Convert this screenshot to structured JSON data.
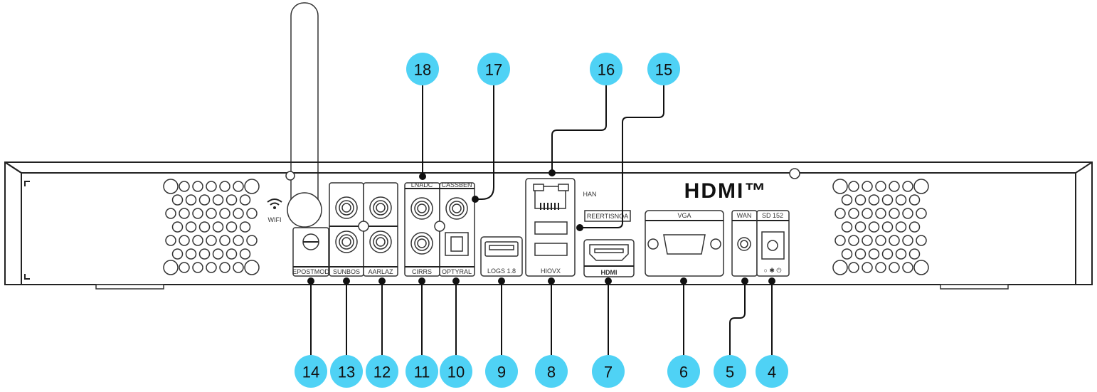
{
  "colors": {
    "callout": "#4fd2f5",
    "outline": "#222222"
  },
  "brand_logo": "HDMI™",
  "wifi_label": "WIFI",
  "port_labels": {
    "p14": "EPOSTMOD",
    "p13": "SUNBOS",
    "p12": "AARLAZ",
    "p18": "LNADC",
    "p17": "CASSBEN",
    "p11": "CIRRS",
    "p10": "OPTYRAL",
    "p9": "LOGS 1.8",
    "p8": "HIOVX",
    "lan": "HAN",
    "p15": "REERTISNOA",
    "p7": "HDMI",
    "p6": "VGA",
    "p5": "WAN",
    "p4": "SD 152",
    "p4_icons": "○ ✱ ⏻"
  },
  "callouts_top": [
    "18",
    "17",
    "16",
    "15"
  ],
  "callouts_bottom": [
    "14",
    "13",
    "12",
    "11",
    "10",
    "9",
    "8",
    "7",
    "6",
    "5",
    "4"
  ]
}
